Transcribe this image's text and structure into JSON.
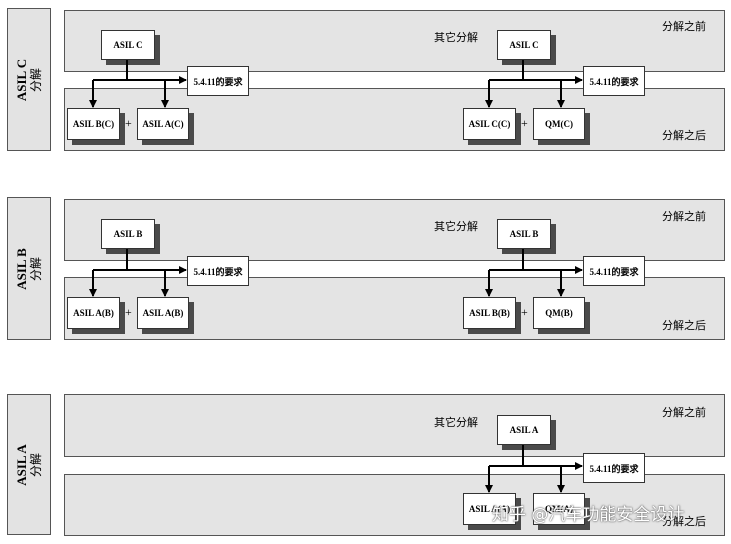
{
  "sections": [
    {
      "side_title": "ASIL C",
      "side_sub": "分解",
      "other_decomp": "其它分解",
      "before": "分解之前",
      "after": "分解之后",
      "left": {
        "source": "ASIL C",
        "req": "5.4.11的要求",
        "out_a": "ASIL B(C)",
        "plus": "+",
        "out_b": "ASIL A(C)"
      },
      "right": {
        "source": "ASIL C",
        "req": "5.4.11的要求",
        "out_a": "ASIL C(C)",
        "plus": "+",
        "out_b": "QM(C)"
      }
    },
    {
      "side_title": "ASIL B",
      "side_sub": "分解",
      "other_decomp": "其它分解",
      "before": "分解之前",
      "after": "分解之后",
      "left": {
        "source": "ASIL B",
        "req": "5.4.11的要求",
        "out_a": "ASIL A(B)",
        "plus": "+",
        "out_b": "ASIL A(B)"
      },
      "right": {
        "source": "ASIL B",
        "req": "5.4.11的要求",
        "out_a": "ASIL B(B)",
        "plus": "+",
        "out_b": "QM(B)"
      }
    },
    {
      "side_title": "ASIL A",
      "side_sub": "分解",
      "other_decomp": "其它分解",
      "before": "分解之前",
      "after": "分解之后",
      "right": {
        "source": "ASIL A",
        "req": "5.4.11的要求",
        "out_a": "ASIL A(A)",
        "out_b": "QM(A)"
      }
    }
  ],
  "watermark": "知乎 @汽车功能安全设计",
  "colors": {
    "band": "#e4e4e4",
    "side": "#e3e3e3",
    "border": "#555555",
    "shadow": "#4a4a4a"
  }
}
